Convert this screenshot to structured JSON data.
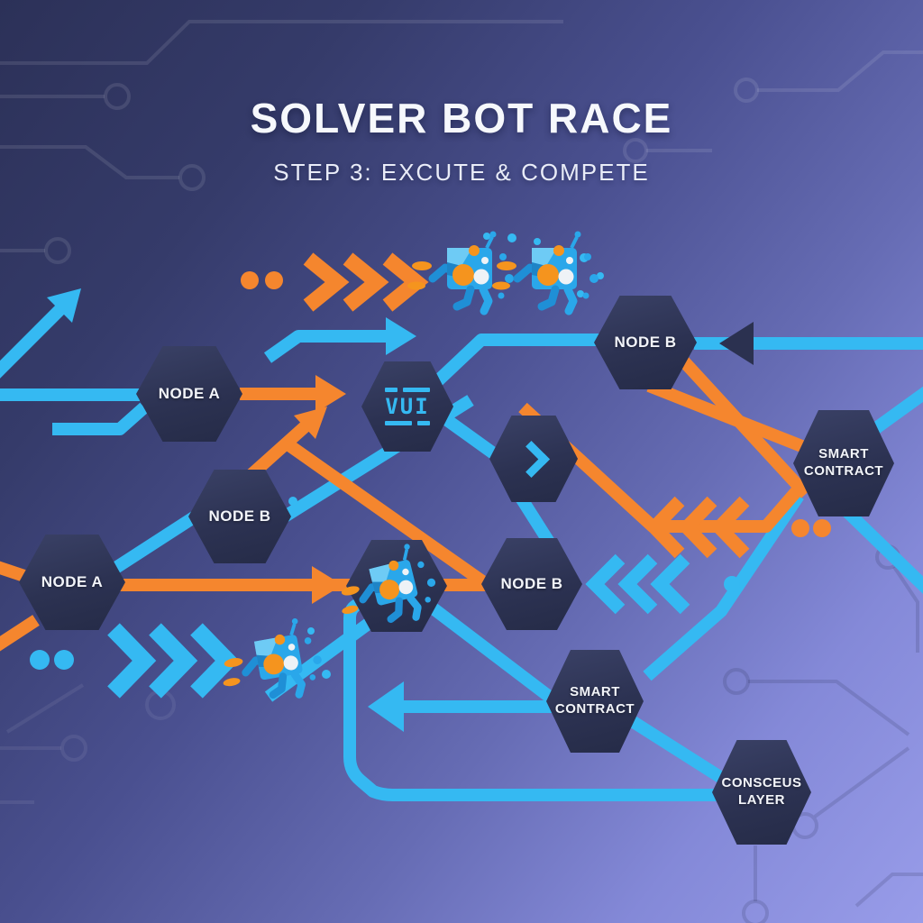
{
  "header": {
    "title": "SOLVER BOT RACE",
    "subtitle": "STEP 3: EXCUTE & COMPETE"
  },
  "nodes": [
    {
      "id": "node-a-top",
      "label": "NODE A"
    },
    {
      "id": "terminal-hex",
      "label": "VUI"
    },
    {
      "id": "chevron-hex",
      "label": ""
    },
    {
      "id": "node-b-top",
      "label": "NODE B"
    },
    {
      "id": "node-b-mid-left",
      "label": "NODE B"
    },
    {
      "id": "node-a-left",
      "label": "NODE A"
    },
    {
      "id": "robot-hex",
      "label": ""
    },
    {
      "id": "node-b-mid",
      "label": "NODE B"
    },
    {
      "id": "smart-contract-right",
      "label": "SMART CONTRACT"
    },
    {
      "id": "smart-contract-bottom",
      "label": "SMART CONTRACT"
    },
    {
      "id": "consensus-layer",
      "label": "CONSCEUS LAYER"
    }
  ],
  "icons": {
    "terminal_hex_icon": "terminal-code",
    "chevron_hex_icon": "chevron-right",
    "robot_icon": "robot-runner",
    "speed_right_icon": "fast-forward-chevrons",
    "speed_left_icon": "rewind-chevrons"
  },
  "colors": {
    "cyan": "#35b9f2",
    "orange": "#f5862e",
    "hex_fill": "#2b3150",
    "bg_top_left": "#2c3158",
    "bg_bottom_right": "#989ce9",
    "text": "#f6f8fc"
  }
}
